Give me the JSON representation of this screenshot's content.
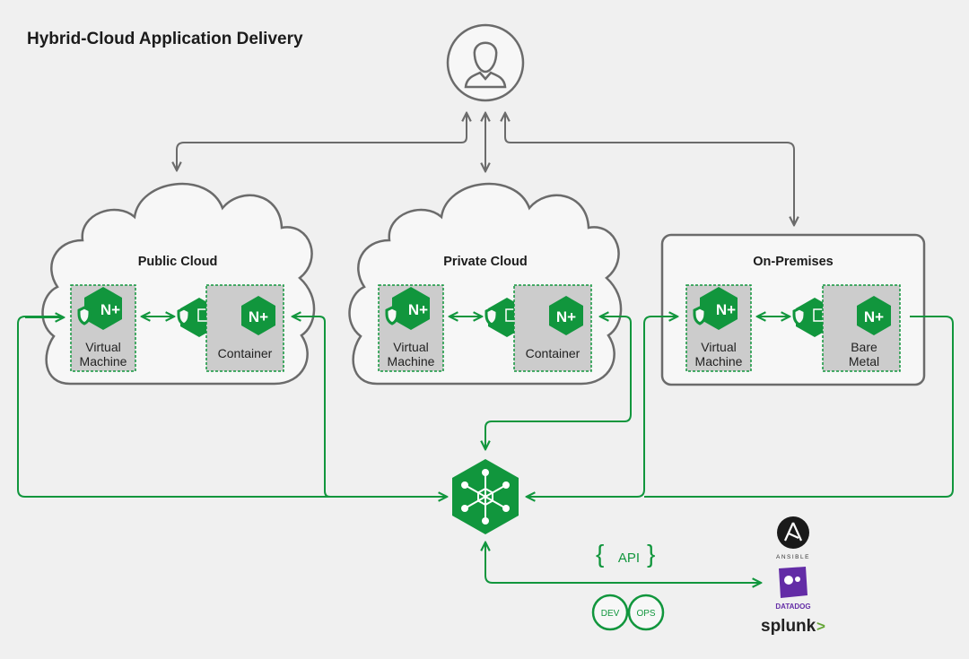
{
  "title": "Hybrid-Cloud Application Delivery",
  "environments": {
    "public": {
      "name": "Public Cloud",
      "left_box": [
        "Virtual",
        "Machine"
      ],
      "right_box": [
        "Container"
      ]
    },
    "private": {
      "name": "Private Cloud",
      "left_box": [
        "Virtual",
        "Machine"
      ],
      "right_box": [
        "Container"
      ]
    },
    "onprem": {
      "name": "On-Premises",
      "left_box": [
        "Virtual",
        "Machine"
      ],
      "right_box": [
        "Bare",
        "Metal"
      ]
    }
  },
  "badge_text": "N+",
  "api_label": "API",
  "devops": {
    "dev": "DEV",
    "ops": "OPS"
  },
  "tools": {
    "ansible": "ANSIBLE",
    "datadog": "DATADOG",
    "splunk": "splunk"
  },
  "colors": {
    "green": "#11963d",
    "box_fill": "#cccccc",
    "line_gray": "#6b6b6b",
    "background": "#f0f0f0"
  }
}
